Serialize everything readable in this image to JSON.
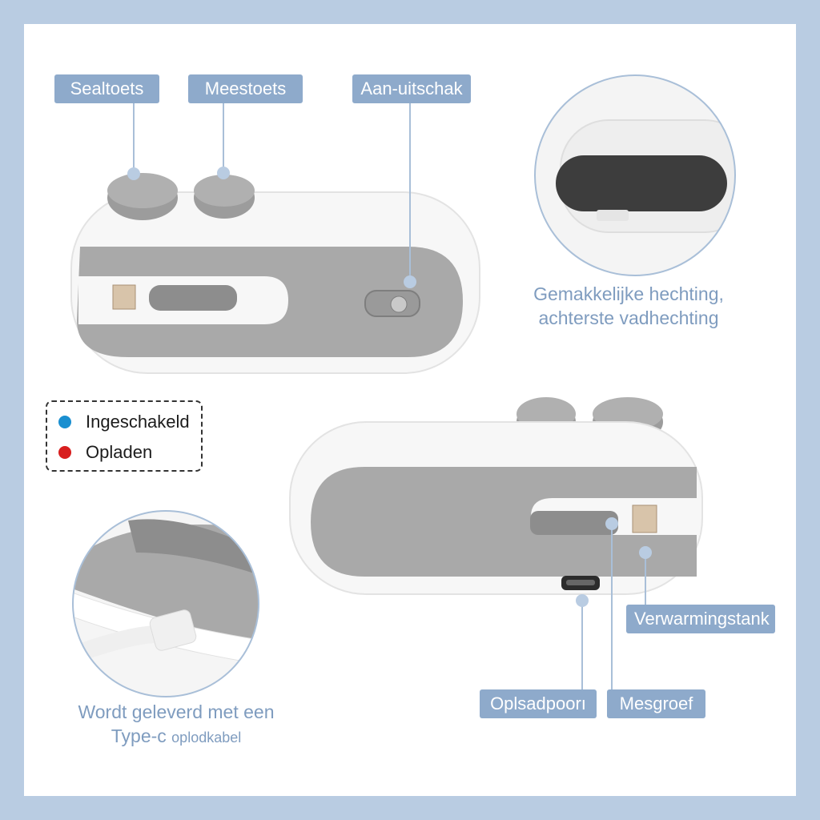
{
  "labels": {
    "seal_button": "Sealtoets",
    "knife_button": "Meestoets",
    "power_switch": "Aan-uitschak",
    "heating_tank": "Verwarmingstank",
    "charging_port": "Oplsadpoorı",
    "knife_groove": "Mesgroef"
  },
  "captions": {
    "sealing_line1": "Gemakkelijke hechting,",
    "sealing_line2": "achterste vadhechting",
    "cable_line1": "Wordt geleverd met een",
    "cable_line2_prefix": "Type-c",
    "cable_line2_suffix": "oplodkabel"
  },
  "legend": {
    "items": [
      {
        "label": "Ingeschakeld",
        "color": "#1a8fd0"
      },
      {
        "label": "Opladen",
        "color": "#d81e1e"
      }
    ]
  },
  "colors": {
    "accent": "#8eaacb",
    "device_white": "#f7f7f7",
    "device_gray": "#a9a9a9",
    "button_gray": "#9c9c9c",
    "frame": "#b9cce2"
  }
}
